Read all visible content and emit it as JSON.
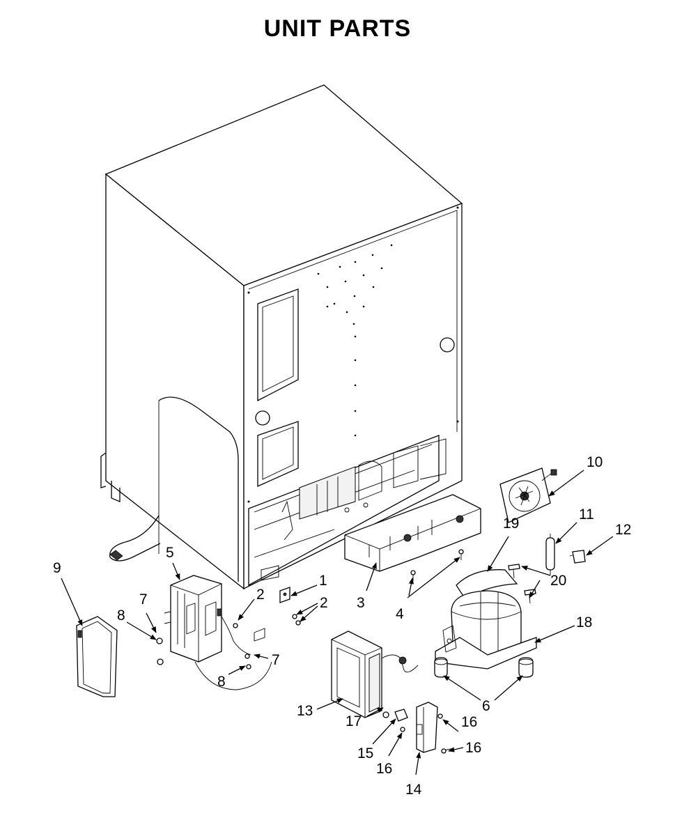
{
  "title": "UNIT PARTS",
  "callouts": {
    "p1": "1",
    "p2a": "2",
    "p2b": "2",
    "p3": "3",
    "p4": "4",
    "p5": "5",
    "p6": "6",
    "p7a": "7",
    "p7b": "7",
    "p8a": "8",
    "p8b": "8",
    "p9": "9",
    "p10": "10",
    "p11": "11",
    "p12": "12",
    "p13": "13",
    "p14": "14",
    "p15": "15",
    "p16a": "16",
    "p16b": "16",
    "p16c": "16",
    "p17": "17",
    "p18": "18",
    "p19": "19",
    "p20": "20"
  }
}
